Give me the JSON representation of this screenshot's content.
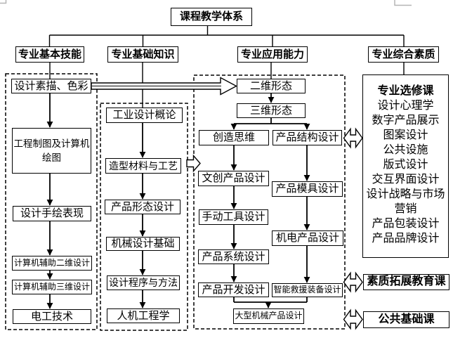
{
  "root": {
    "title": "课程教学体系"
  },
  "branches": {
    "basic_skills": {
      "label": "专业基本技能"
    },
    "basic_knowledge": {
      "label": "专业基础知识"
    },
    "application": {
      "label": "专业应用能力"
    },
    "quality": {
      "label": "专业综合素质"
    }
  },
  "skills_track": {
    "courses": [
      "设计素描、色彩",
      "工程制图及计算机绘图",
      "设计手绘表现",
      "计算机辅助二维设计",
      "计算机辅助三维设计",
      "电工技术"
    ]
  },
  "knowledge_track": {
    "courses": [
      "工业设计概论",
      "造型材料与工艺",
      "产品形态设计",
      "机械设计基础",
      "设计程序与方法",
      "人机工程学"
    ]
  },
  "application_track": {
    "stages": [
      "二维形态",
      "三维形态"
    ],
    "left": [
      "创造思维",
      "文创产品设计",
      "手动工具设计",
      "产品系统设计",
      "产品开发设计"
    ],
    "right": [
      "产品结构设计",
      "产品模具设计",
      "机电产品设计",
      "智能救援装备设计"
    ],
    "merge": "大型机械产品设计"
  },
  "quality_track": {
    "electives_title": "专业选修课",
    "electives": [
      "设计心理学",
      "数字产品展示",
      "图案设计",
      "公共设施",
      "版式设计",
      "交互界面设计",
      "设计战略与市场营销",
      "产品包装设计",
      "产品品牌设计"
    ],
    "extra": [
      "素质拓展教育课",
      "公共基础课"
    ]
  },
  "icons": {
    "flow_arrow": "hollow-right-block-arrow",
    "transition_arrow": "small-hollow-right-arrow",
    "exchange_arrow": "hollow-double-headed-arrow"
  }
}
